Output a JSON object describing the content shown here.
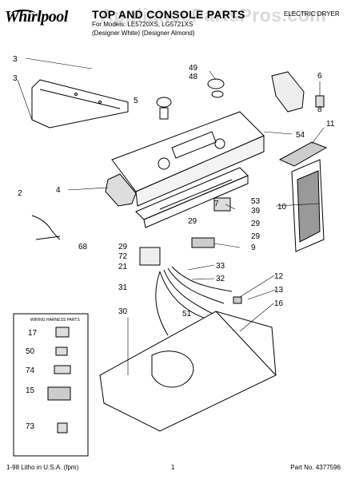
{
  "header": {
    "brand": "Whirlpool",
    "title": "TOP AND CONSOLE PARTS",
    "subtitle": "For Models: LE5720XS, LG5721XS",
    "subtitle2": "(Designer White) (Designer Almond)",
    "product": "ELECTRIC DRYER",
    "watermark": "AppliancePartsPros.com"
  },
  "inset": {
    "title": "WIRING HARNESS PARTS"
  },
  "callouts": {
    "c3a": "3",
    "c3b": "3",
    "c49": "49",
    "c48": "48",
    "c6": "6",
    "c5": "5",
    "c8": "8",
    "c54": "54",
    "c11": "11",
    "c4": "4",
    "c2": "2",
    "c53": "53",
    "c10": "10",
    "c7": "7",
    "c39": "39",
    "c29a": "29",
    "c29b": "29",
    "c29c": "29",
    "c29d": "29",
    "c9": "9",
    "c68": "68",
    "c72": "72",
    "c21": "21",
    "c33": "33",
    "c32": "32",
    "c31": "31",
    "c12": "12",
    "c13": "13",
    "c16": "16",
    "c51": "51",
    "c30": "30",
    "c17": "17",
    "c50": "50",
    "c74": "74",
    "c15": "15",
    "c73": "73"
  },
  "footer": {
    "left": "1-98 Litho in U.S.A. (fpm)",
    "page": "1",
    "right": "Part No. 4377596"
  }
}
